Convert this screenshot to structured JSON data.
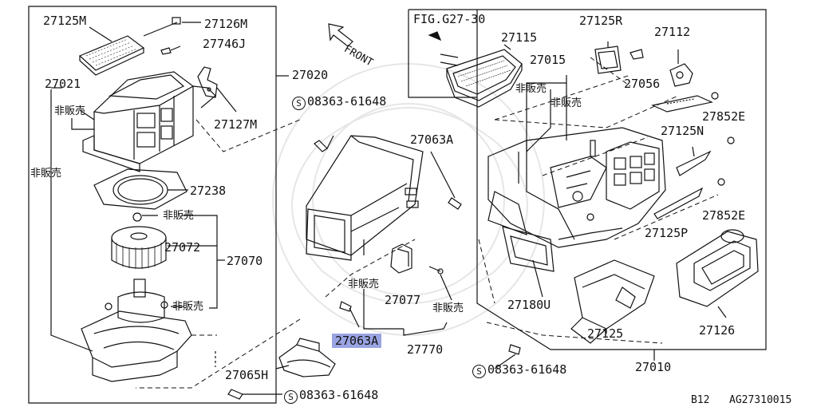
{
  "diagram": {
    "fig_ref": "FIG.G27-30",
    "direction": "FRONT",
    "not_for_sale": "非販売",
    "footer": {
      "page": "B12",
      "code": "AG27310015"
    },
    "highlight_color": "#9aa4e2",
    "parts": {
      "p27125M": "27125M",
      "p27126M": "27126M",
      "p27746J": "27746J",
      "p27020": "27020",
      "p27021": "27021",
      "p27127M": "27127M",
      "p27238": "27238",
      "p27072": "27072",
      "p27070": "27070",
      "p27063A_top": "27063A",
      "p27063A_hl": "27063A",
      "p27077": "27077",
      "p27770": "27770",
      "p27065H": "27065H",
      "p27115": "27115",
      "p27125R": "27125R",
      "p27112": "27112",
      "p27015": "27015",
      "p27056": "27056",
      "p27852E_top": "27852E",
      "p27125N": "27125N",
      "p27852E_bot": "27852E",
      "p27125P": "27125P",
      "p27180U": "27180U",
      "p27125": "27125",
      "p27126": "27126",
      "p27010": "27010"
    },
    "screws": {
      "s1": "08363-61648",
      "s2": "08363-61648",
      "s3": "08363-61648"
    }
  }
}
